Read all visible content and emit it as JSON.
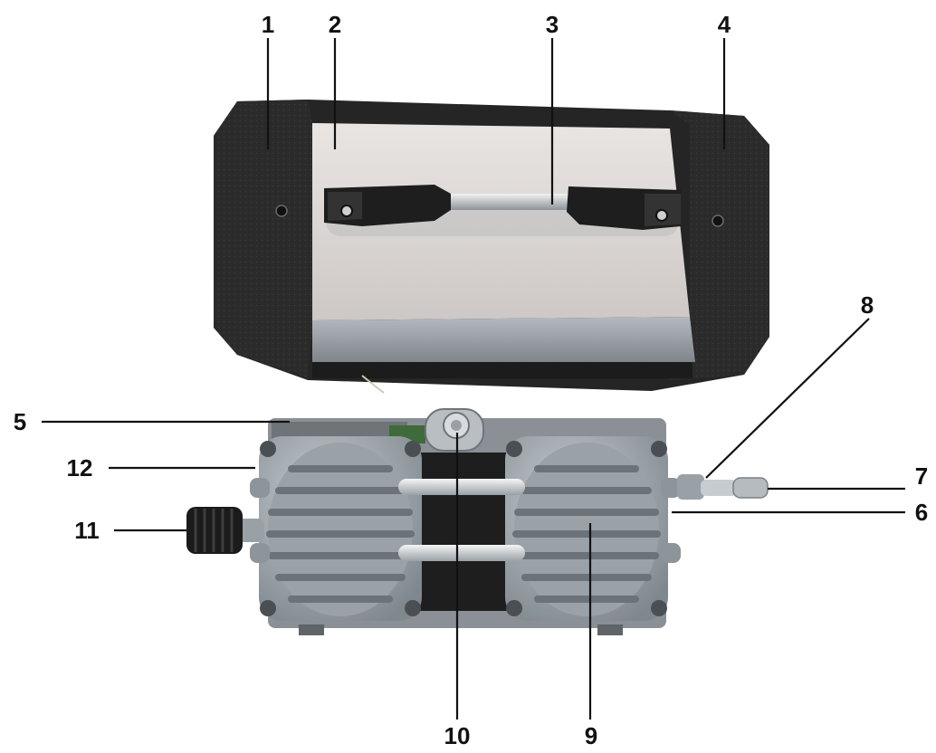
{
  "figure": {
    "callouts": [
      {
        "id": "c1",
        "label": "1"
      },
      {
        "id": "c2",
        "label": "2"
      },
      {
        "id": "c3",
        "label": "3"
      },
      {
        "id": "c4",
        "label": "4"
      },
      {
        "id": "c5",
        "label": "5"
      },
      {
        "id": "c6",
        "label": "6"
      },
      {
        "id": "c7",
        "label": "7"
      },
      {
        "id": "c8",
        "label": "8"
      },
      {
        "id": "c9",
        "label": "9"
      },
      {
        "id": "c10",
        "label": "10"
      },
      {
        "id": "c11",
        "label": "11"
      },
      {
        "id": "c12",
        "label": "12"
      }
    ]
  }
}
